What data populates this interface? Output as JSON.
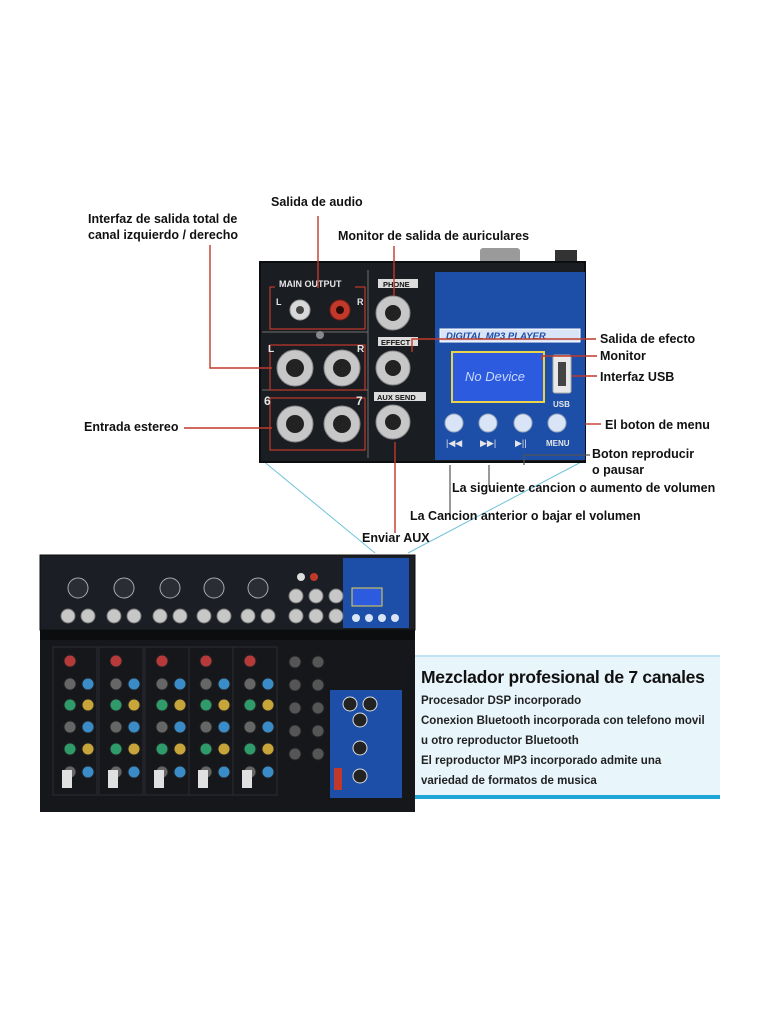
{
  "callouts": {
    "audio_out": "Salida de audio",
    "total_out": "Interfaz de salida total de canal izquierdo / derecho",
    "headphones": "Monitor de salida de auriculares",
    "effect_out": "Salida de efecto",
    "monitor": "Monitor",
    "usb": "Interfaz USB",
    "menu_btn": "El boton de menu",
    "play_pause": "Boton reproducir o pausar",
    "next": "La siguiente cancion o aumento de volumen",
    "prev": "La Cancion anterior o bajar el volumen",
    "stereo_in": "Entrada estereo",
    "aux_send": "Enviar AUX"
  },
  "panel": {
    "main_output": "MAIN OUTPUT",
    "ch_l": "L",
    "ch_r": "R",
    "ch_6": "6",
    "ch_7": "7",
    "phone": "PHONE",
    "effect": "EFFECT",
    "aux_send": "AUX SEND",
    "mp3_title": "DIGITAL MP3 PLAYER",
    "display": "No Device",
    "usb": "USB",
    "menu": "MENU"
  },
  "info": {
    "title": "Mezclador profesional de 7 canales",
    "lines": [
      "Procesador DSP incorporado",
      "Conexion Bluetooth incorporada con telefono movil",
      "u otro reproductor Bluetooth",
      "El reproductor MP3 incorporado admite una",
      "variedad de formatos de musica"
    ]
  },
  "colors": {
    "panel": "#1a1d22",
    "mp3_panel": "#1d4fa8",
    "display": "#2c5be0",
    "accent": "#1fa5d6",
    "callout_line": "#c0392b"
  }
}
